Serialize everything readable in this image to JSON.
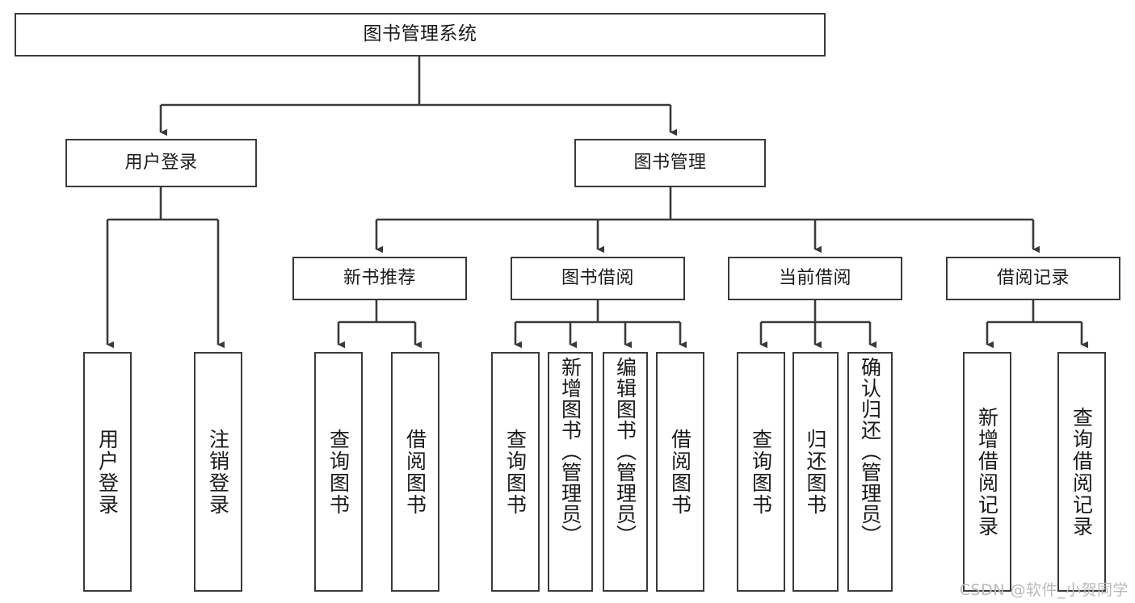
{
  "diagram": {
    "title": "图书管理系统",
    "type": "tree-hierarchy-chart",
    "stroke_color": "#3a3a3a",
    "fill_color": "#ffffff",
    "text_color": "#1a1a1a"
  },
  "root": {
    "label": "图书管理系统"
  },
  "level2": [
    {
      "label": "用户登录"
    },
    {
      "label": "图书管理"
    }
  ],
  "level3": [
    {
      "label": "新书推荐"
    },
    {
      "label": "图书借阅"
    },
    {
      "label": "当前借阅"
    },
    {
      "label": "借阅记录"
    }
  ],
  "leaves": {
    "user_login": [
      {
        "label": "用户登录"
      },
      {
        "label": "注销登录"
      }
    ],
    "new_books": [
      {
        "label": "查询图书"
      },
      {
        "label": "借阅图书"
      }
    ],
    "borrow_books": [
      {
        "label": "查询图书"
      },
      {
        "label": "新增图书（管理员）"
      },
      {
        "label": "编辑图书（管理员）"
      },
      {
        "label": "借阅图书"
      }
    ],
    "current_borrow": [
      {
        "label": "查询图书"
      },
      {
        "label": "归还图书"
      },
      {
        "label": "确认归还（管理员）"
      }
    ],
    "borrow_records": [
      {
        "label": "新增借阅记录"
      },
      {
        "label": "查询借阅记录"
      }
    ]
  },
  "watermark": {
    "text": "CSDN @软件_小贺同学"
  }
}
